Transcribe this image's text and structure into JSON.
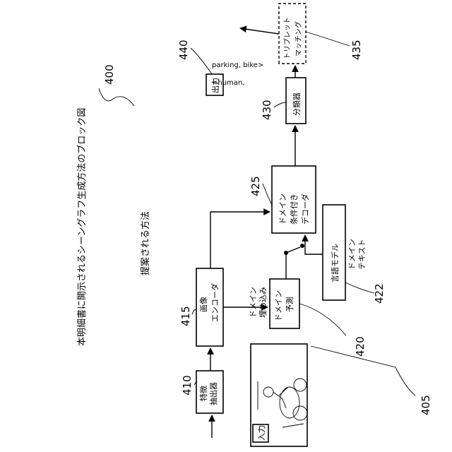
{
  "figure": {
    "number": "400",
    "caption": "本明細書に開示されるシーングラフ生成方法のブロック図",
    "method_label": "提案される方法"
  },
  "blocks": {
    "input_label": "入力",
    "feature_extractor": [
      "特徴",
      "抽出器"
    ],
    "image_encoder": [
      "画像",
      "エンコーダ"
    ],
    "domain_predictor": [
      "ドメイン",
      "予測"
    ],
    "domain_embedding": [
      "ドメイン",
      "埋め込み"
    ],
    "conditional_decoder": [
      "ドメイン",
      "条件付き",
      "デコーダ"
    ],
    "language_model": "言語モデル",
    "domain_text": [
      "ドメイン",
      "テキスト"
    ],
    "classifier": "分類器",
    "triplet_matching": [
      "トリプレット",
      "マッチング"
    ],
    "output_label": "出力",
    "output_value": [
      "<human,",
      "parking, bike>"
    ]
  },
  "refs": {
    "r405": "405",
    "r410": "410",
    "r415": "415",
    "r420": "420",
    "r422": "422",
    "r425": "425",
    "r430": "430",
    "r435": "435",
    "r440": "440"
  }
}
